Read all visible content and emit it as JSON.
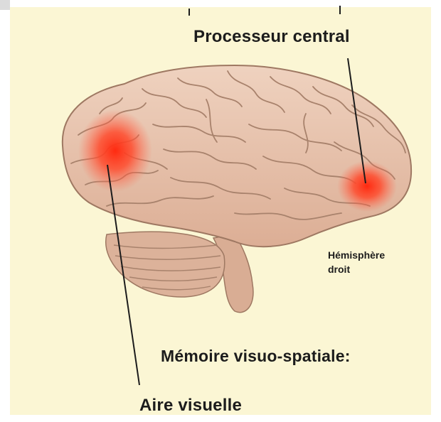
{
  "labels": {
    "central_processor": "Processeur central",
    "hemisphere": "Hémisphère",
    "hemisphere_side": "droit",
    "visuospatial_memory": "Mémoire visuo-spatiale:",
    "visual_area": "Aire visuelle"
  },
  "colors": {
    "background": "#fbf6d4",
    "brain": "#e9c6b1",
    "gyri_lines": "#a8826c",
    "activation": "#ff3a1e",
    "text": "#1c1c1c"
  }
}
